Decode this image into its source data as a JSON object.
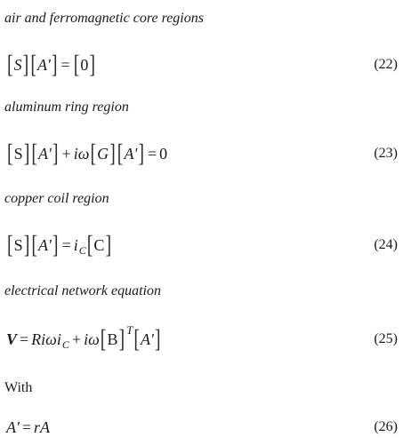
{
  "headings": {
    "air_core": "air and ferromagnetic core regions",
    "aluminum_ring": "aluminum ring region",
    "copper_coil": "copper coil region",
    "network": "electrical network equation",
    "with": "With"
  },
  "equations": {
    "eq22": {
      "number": "(22)",
      "S": "S",
      "A": "A'",
      "equals": "=",
      "zero": "0"
    },
    "eq23": {
      "number": "(23)",
      "S": "S",
      "A1": "A'",
      "plus": "+",
      "iw": "iω",
      "G": "G",
      "A2": "A'",
      "equals": "=",
      "zero": "0"
    },
    "eq24": {
      "number": "(24)",
      "S": "S",
      "A": "A'",
      "equals": "=",
      "i": "i",
      "sub_c": "C",
      "C": "C"
    },
    "eq25": {
      "number": "(25)",
      "V": "V",
      "equals": "=",
      "Riw": "Riωi",
      "sub_c": "C",
      "plus": "+",
      "iw": "iω",
      "B": "B",
      "sup_T": "T",
      "A": "A'"
    },
    "eq26": {
      "number": "(26)",
      "A": "A'",
      "equals": "=",
      "rA": "rA"
    }
  }
}
